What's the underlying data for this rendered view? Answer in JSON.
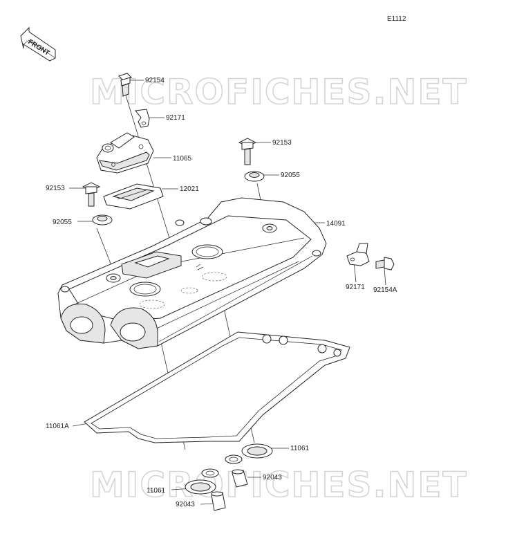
{
  "diagram_code": "E1112",
  "front_label": "FRONT",
  "watermark": "MICROFICHES.NET",
  "parts": {
    "p92154": "92154",
    "p92171_top": "92171",
    "p11065": "11065",
    "p92153_right": "92153",
    "p92055_right": "92055",
    "p92153_left": "92153",
    "p12021": "12021",
    "p92055_left": "92055",
    "p14091": "14091",
    "p92171_right": "92171",
    "p92154A": "92154A",
    "p11061A": "11061A",
    "p11061_right": "11061",
    "p92043_right": "92043",
    "p11061_bottom": "11061",
    "p92043_bottom": "92043"
  }
}
